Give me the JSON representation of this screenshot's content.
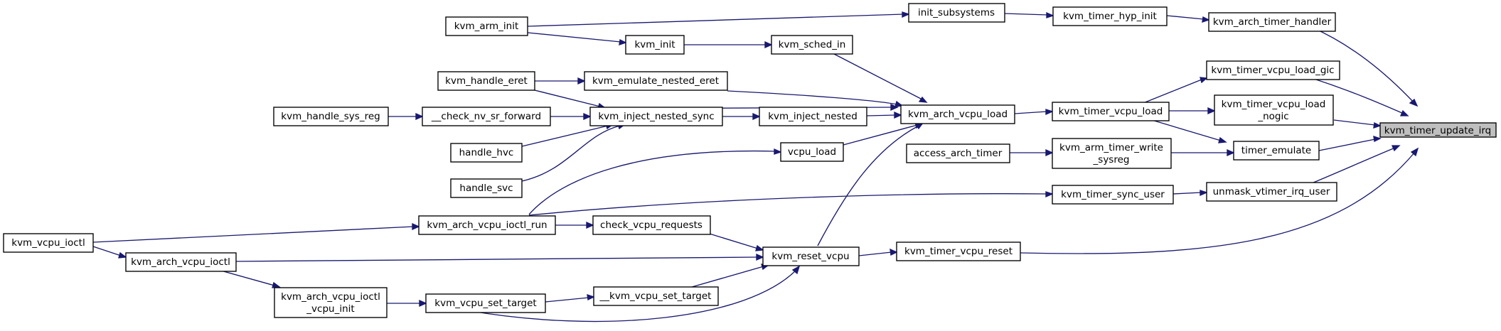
{
  "graph": {
    "colors": {
      "edge": "#191970",
      "node_border": "#000000",
      "root_fill": "#bfbfbf",
      "background": "#ffffff"
    },
    "nodes": {
      "kvm_timer_update_irq": "kvm_timer_update_irq",
      "kvm_arch_timer_handler": "kvm_arch_timer_handler",
      "kvm_timer_vcpu_load_gic": "kvm_timer_vcpu_load_gic",
      "kvm_timer_vcpu_load_nogic_1": "kvm_timer_vcpu_load",
      "kvm_timer_vcpu_load_nogic_2": "_nogic",
      "timer_emulate": "timer_emulate",
      "unmask_vtimer_irq_user": "unmask_vtimer_irq_user",
      "kvm_timer_hyp_init": "kvm_timer_hyp_init",
      "kvm_timer_vcpu_load": "kvm_timer_vcpu_load",
      "kvm_arm_timer_write_sysreg_1": "kvm_arm_timer_write",
      "kvm_arm_timer_write_sysreg_2": "_sysreg",
      "kvm_timer_sync_user": "kvm_timer_sync_user",
      "kvm_timer_vcpu_reset": "kvm_timer_vcpu_reset",
      "init_subsystems": "init_subsystems",
      "kvm_arch_vcpu_load": "kvm_arch_vcpu_load",
      "access_arch_timer": "access_arch_timer",
      "kvm_reset_vcpu": "kvm_reset_vcpu",
      "kvm_sched_in": "kvm_sched_in",
      "kvm_emulate_nested_eret": "kvm_emulate_nested_eret",
      "kvm_inject_nested": "kvm_inject_nested",
      "vcpu_load": "vcpu_load",
      "check_vcpu_requests": "check_vcpu_requests",
      "__kvm_vcpu_set_target": "__kvm_vcpu_set_target",
      "kvm_arm_init": "kvm_arm_init",
      "kvm_init": "kvm_init",
      "kvm_handle_eret": "kvm_handle_eret",
      "kvm_inject_nested_sync": "kvm_inject_nested_sync",
      "__check_nv_sr_forward": "__check_nv_sr_forward",
      "kvm_handle_sys_reg": "kvm_handle_sys_reg",
      "handle_hvc": "handle_hvc",
      "handle_svc": "handle_svc",
      "kvm_arch_vcpu_ioctl_run": "kvm_arch_vcpu_ioctl_run",
      "kvm_vcpu_ioctl": "kvm_vcpu_ioctl",
      "kvm_arch_vcpu_ioctl": "kvm_arch_vcpu_ioctl",
      "kvm_arch_vcpu_ioctl_vcpu_init_1": "kvm_arch_vcpu_ioctl",
      "kvm_arch_vcpu_ioctl_vcpu_init_2": "_vcpu_init",
      "kvm_vcpu_set_target": "kvm_vcpu_set_target"
    }
  }
}
